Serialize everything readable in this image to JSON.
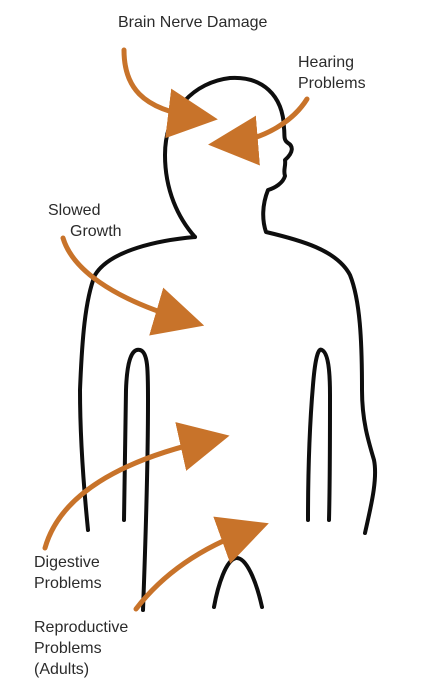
{
  "diagram": {
    "labels": {
      "brain_nerve_damage": "Brain Nerve Damage",
      "hearing_problems": {
        "line1": "Hearing",
        "line2": "Problems"
      },
      "slowed_growth": {
        "line1": "Slowed",
        "line2": "Growth"
      },
      "digestive_problems": {
        "line1": "Digestive",
        "line2": "Problems"
      },
      "reproductive_problems": {
        "line1": "Reproductive",
        "line2": "Problems",
        "line3": "(Adults)"
      }
    },
    "colors": {
      "arrow": "#c8732a",
      "outline": "#0e0e0e",
      "text": "#2b2b2b",
      "background": "#ffffff"
    }
  }
}
